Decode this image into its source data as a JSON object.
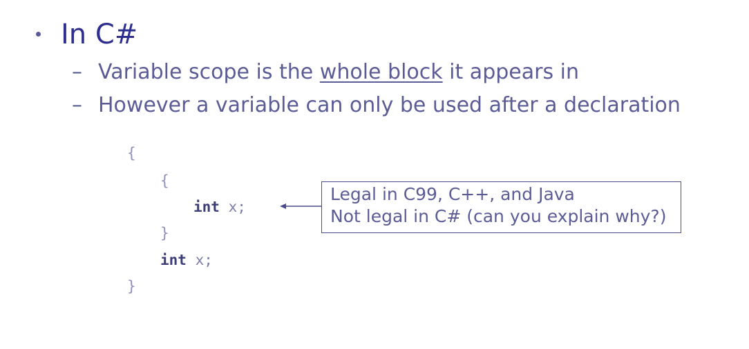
{
  "slide": {
    "heading": "In C#",
    "bullets": [
      {
        "dash": "–",
        "before": "Variable scope is the ",
        "underlined": "whole block",
        "after": " it appears in"
      },
      {
        "dash": "–",
        "text": "However a variable can only be used after a declaration"
      }
    ]
  },
  "code": {
    "open_outer": "{",
    "open_inner": "{",
    "inner_keyword": "int",
    "inner_rest": " x;",
    "close_inner": "}",
    "outer_keyword": "int",
    "outer_rest": " x;",
    "close_outer": "}"
  },
  "note": {
    "line1": "Legal in C99, C++, and Java",
    "line2": "Not legal in C# (can you explain why?)"
  },
  "colors": {
    "heading": "#2e2e8f",
    "text": "#5b5b96",
    "code": "#8f8fb8",
    "keyword": "#3d3d7a"
  }
}
